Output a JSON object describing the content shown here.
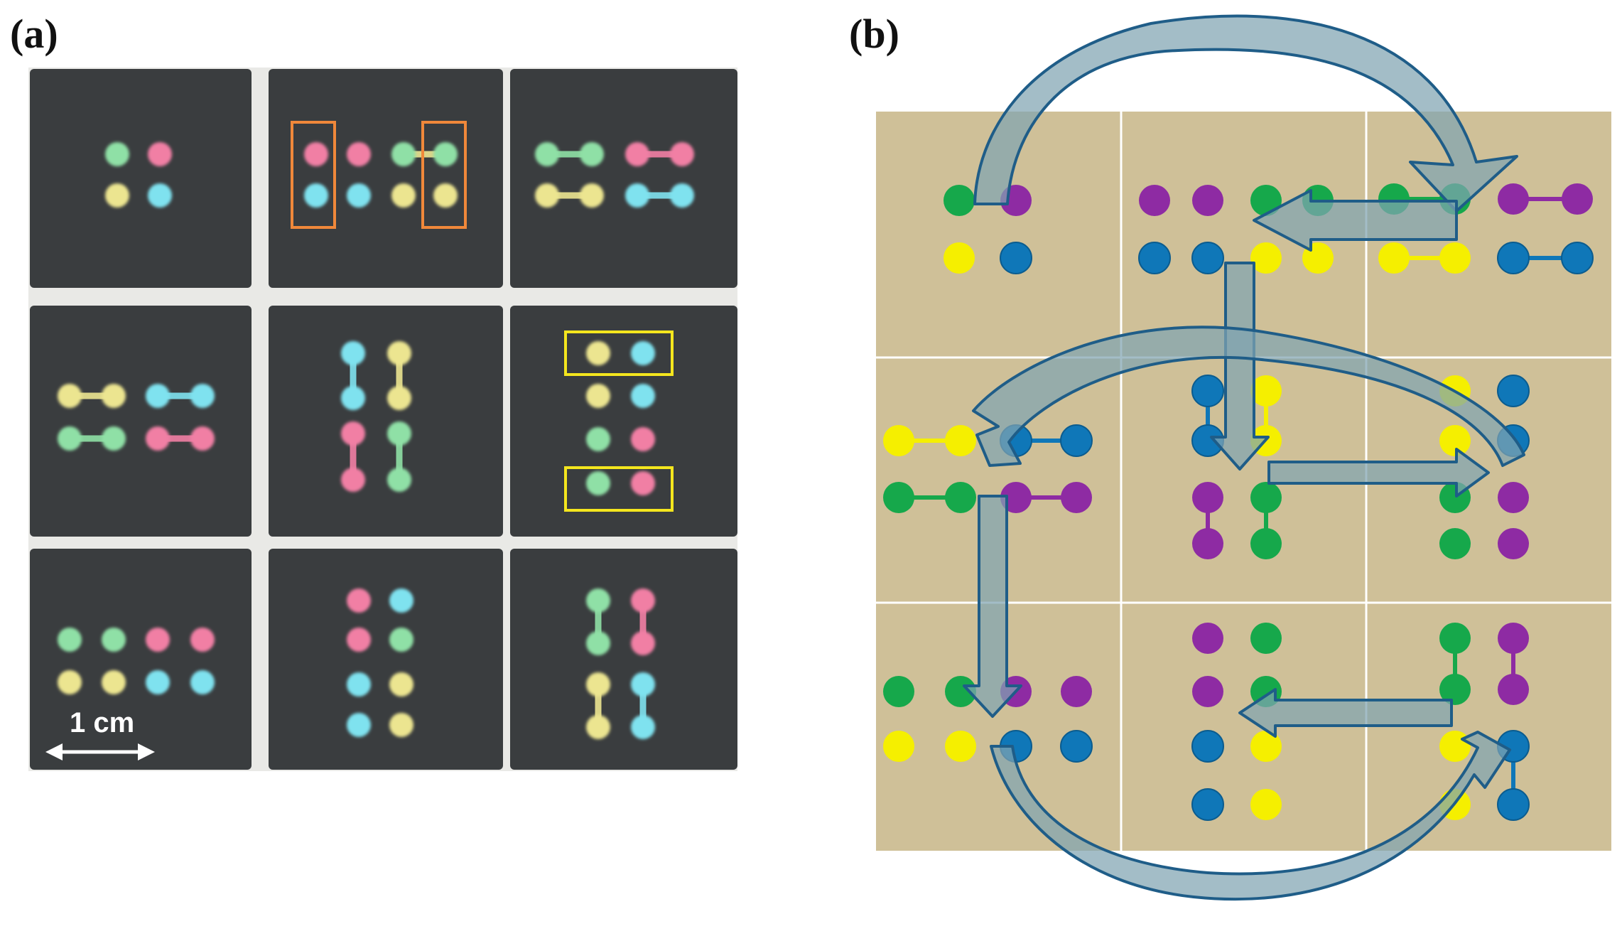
{
  "panels": {
    "a": {
      "label": "(a)"
    },
    "b": {
      "label": "(b)"
    }
  },
  "scale_bar": {
    "text": "1 cm"
  },
  "colors": {
    "photo_background": "#3a3d3f",
    "photo_gap": "#e9e9e6",
    "photo_green": "#8fe0a6",
    "photo_pink": "#f17fa4",
    "photo_yellow": "#ece590",
    "photo_cyan": "#7fe2ef",
    "highlight_orange": "#f0883a",
    "highlight_yellow": "#f4e61e",
    "schematic_background": "#cfc098",
    "schematic_grid": "#ffffff",
    "schematic_green": "#16a84b",
    "schematic_purple": "#8e2ba3",
    "schematic_yellow": "#f5ef00",
    "schematic_blue": "#0f77b8",
    "arrow_fill": "#7fa4b1",
    "arrow_stroke": "#1f5d88"
  }
}
